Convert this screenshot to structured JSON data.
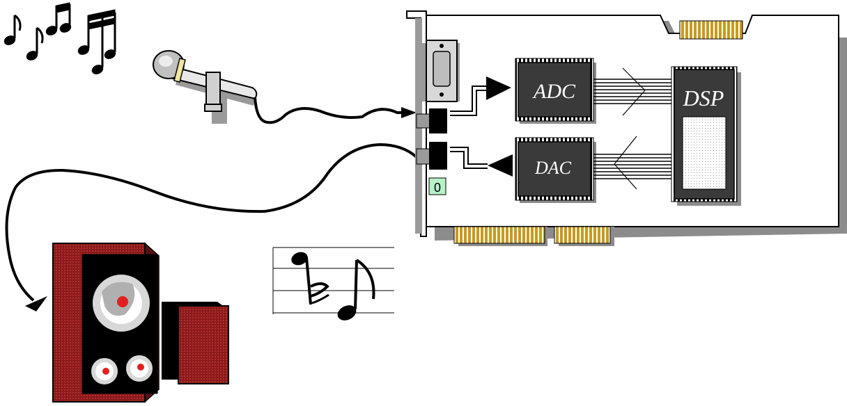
{
  "diagram": {
    "labels": {
      "adc": "ADC",
      "dac": "DAC",
      "dsp": "DSP",
      "port_marker": "0"
    },
    "colors": {
      "card_fill": "#ffffff",
      "card_shadow": "#8c8c8c",
      "chip": "#3a3a3a",
      "edge_connector": "#c99a1c",
      "speaker_body": "#8b1a1a",
      "speaker_cone_center": "#e02020",
      "port_marker_bg": "#b8f0c8",
      "ink": "#000000"
    },
    "icons": [
      "music-notes-icon",
      "microphone-icon",
      "speaker-icon",
      "music-staff-icon",
      "sound-card-icon"
    ]
  }
}
